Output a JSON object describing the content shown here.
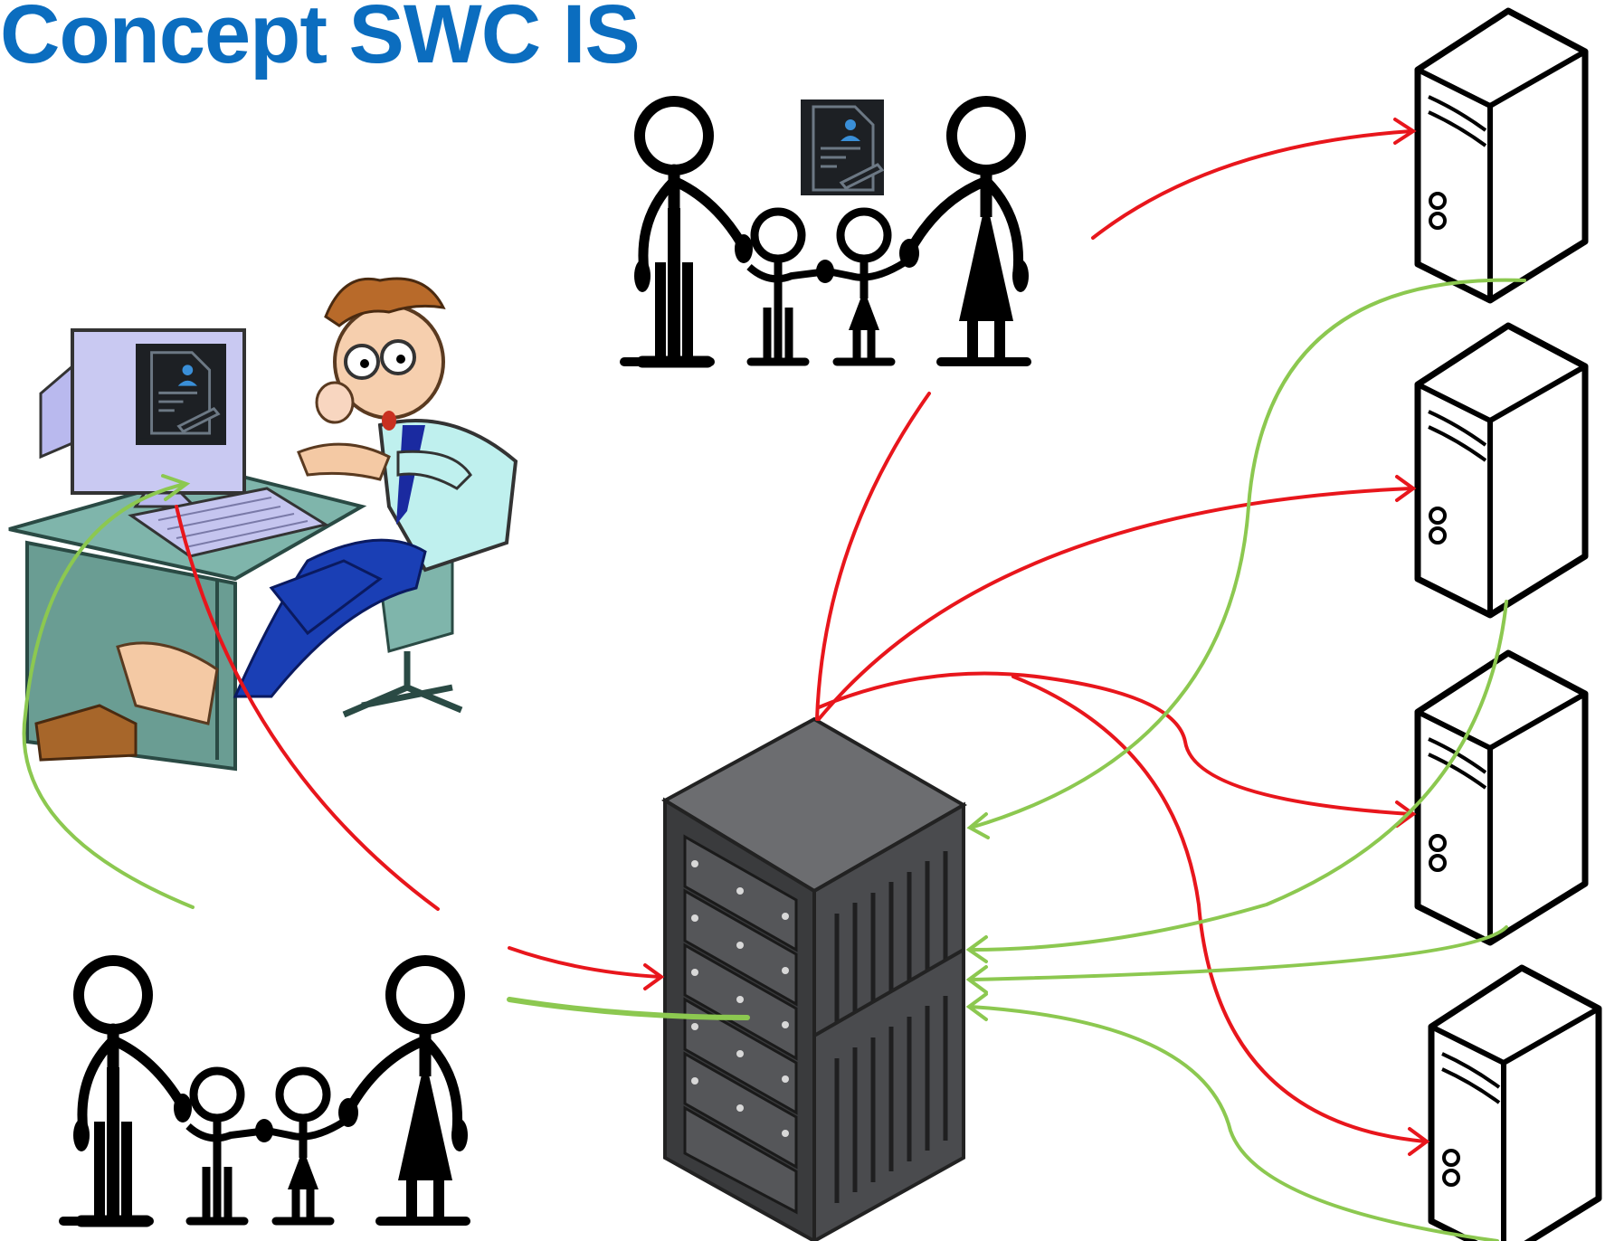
{
  "title": "Concept SWC IS",
  "colors": {
    "title": "#0b6dbf",
    "request_arrow": "#e8161c",
    "response_arrow": "#8cc850",
    "rack_dark": "#3a3b3d",
    "rack_front": "#4a4b4e",
    "monitor_body": "#c9c9f2",
    "desk": "#6fa8a0"
  },
  "nodes": [
    {
      "id": "family-top",
      "kind": "family",
      "icon": "family-icon"
    },
    {
      "id": "family-bottom",
      "kind": "family",
      "icon": "family-icon"
    },
    {
      "id": "clerk",
      "kind": "clerk-at-computer",
      "icon": "clerk-at-computer-icon"
    },
    {
      "id": "document",
      "kind": "document",
      "icon": "document-icon"
    },
    {
      "id": "central-rack",
      "kind": "server-rack",
      "icon": "server-rack-icon"
    },
    {
      "id": "server-1",
      "kind": "server",
      "icon": "server-tower-icon"
    },
    {
      "id": "server-2",
      "kind": "server",
      "icon": "server-tower-icon"
    },
    {
      "id": "server-3",
      "kind": "server",
      "icon": "server-tower-icon"
    },
    {
      "id": "server-4",
      "kind": "server",
      "icon": "server-tower-icon"
    }
  ],
  "edges": [
    {
      "from": "family-top",
      "to": "server-1",
      "color": "red"
    },
    {
      "from": "family-top",
      "to": "central-rack",
      "color": "red"
    },
    {
      "from": "central-rack",
      "to": "server-2",
      "color": "red"
    },
    {
      "from": "central-rack",
      "to": "server-3",
      "color": "red"
    },
    {
      "from": "central-rack",
      "to": "server-4",
      "color": "red"
    },
    {
      "from": "family-bottom",
      "to": "central-rack",
      "color": "red"
    },
    {
      "from": "family-bottom",
      "to": "clerk",
      "color": "red"
    },
    {
      "from": "server-1",
      "to": "central-rack",
      "color": "green"
    },
    {
      "from": "server-2",
      "to": "central-rack",
      "color": "green"
    },
    {
      "from": "server-3",
      "to": "central-rack",
      "color": "green"
    },
    {
      "from": "server-4",
      "to": "central-rack",
      "color": "green"
    },
    {
      "from": "family-bottom",
      "to": "central-rack",
      "color": "green"
    },
    {
      "from": "family-bottom",
      "to": "clerk",
      "color": "green"
    }
  ]
}
